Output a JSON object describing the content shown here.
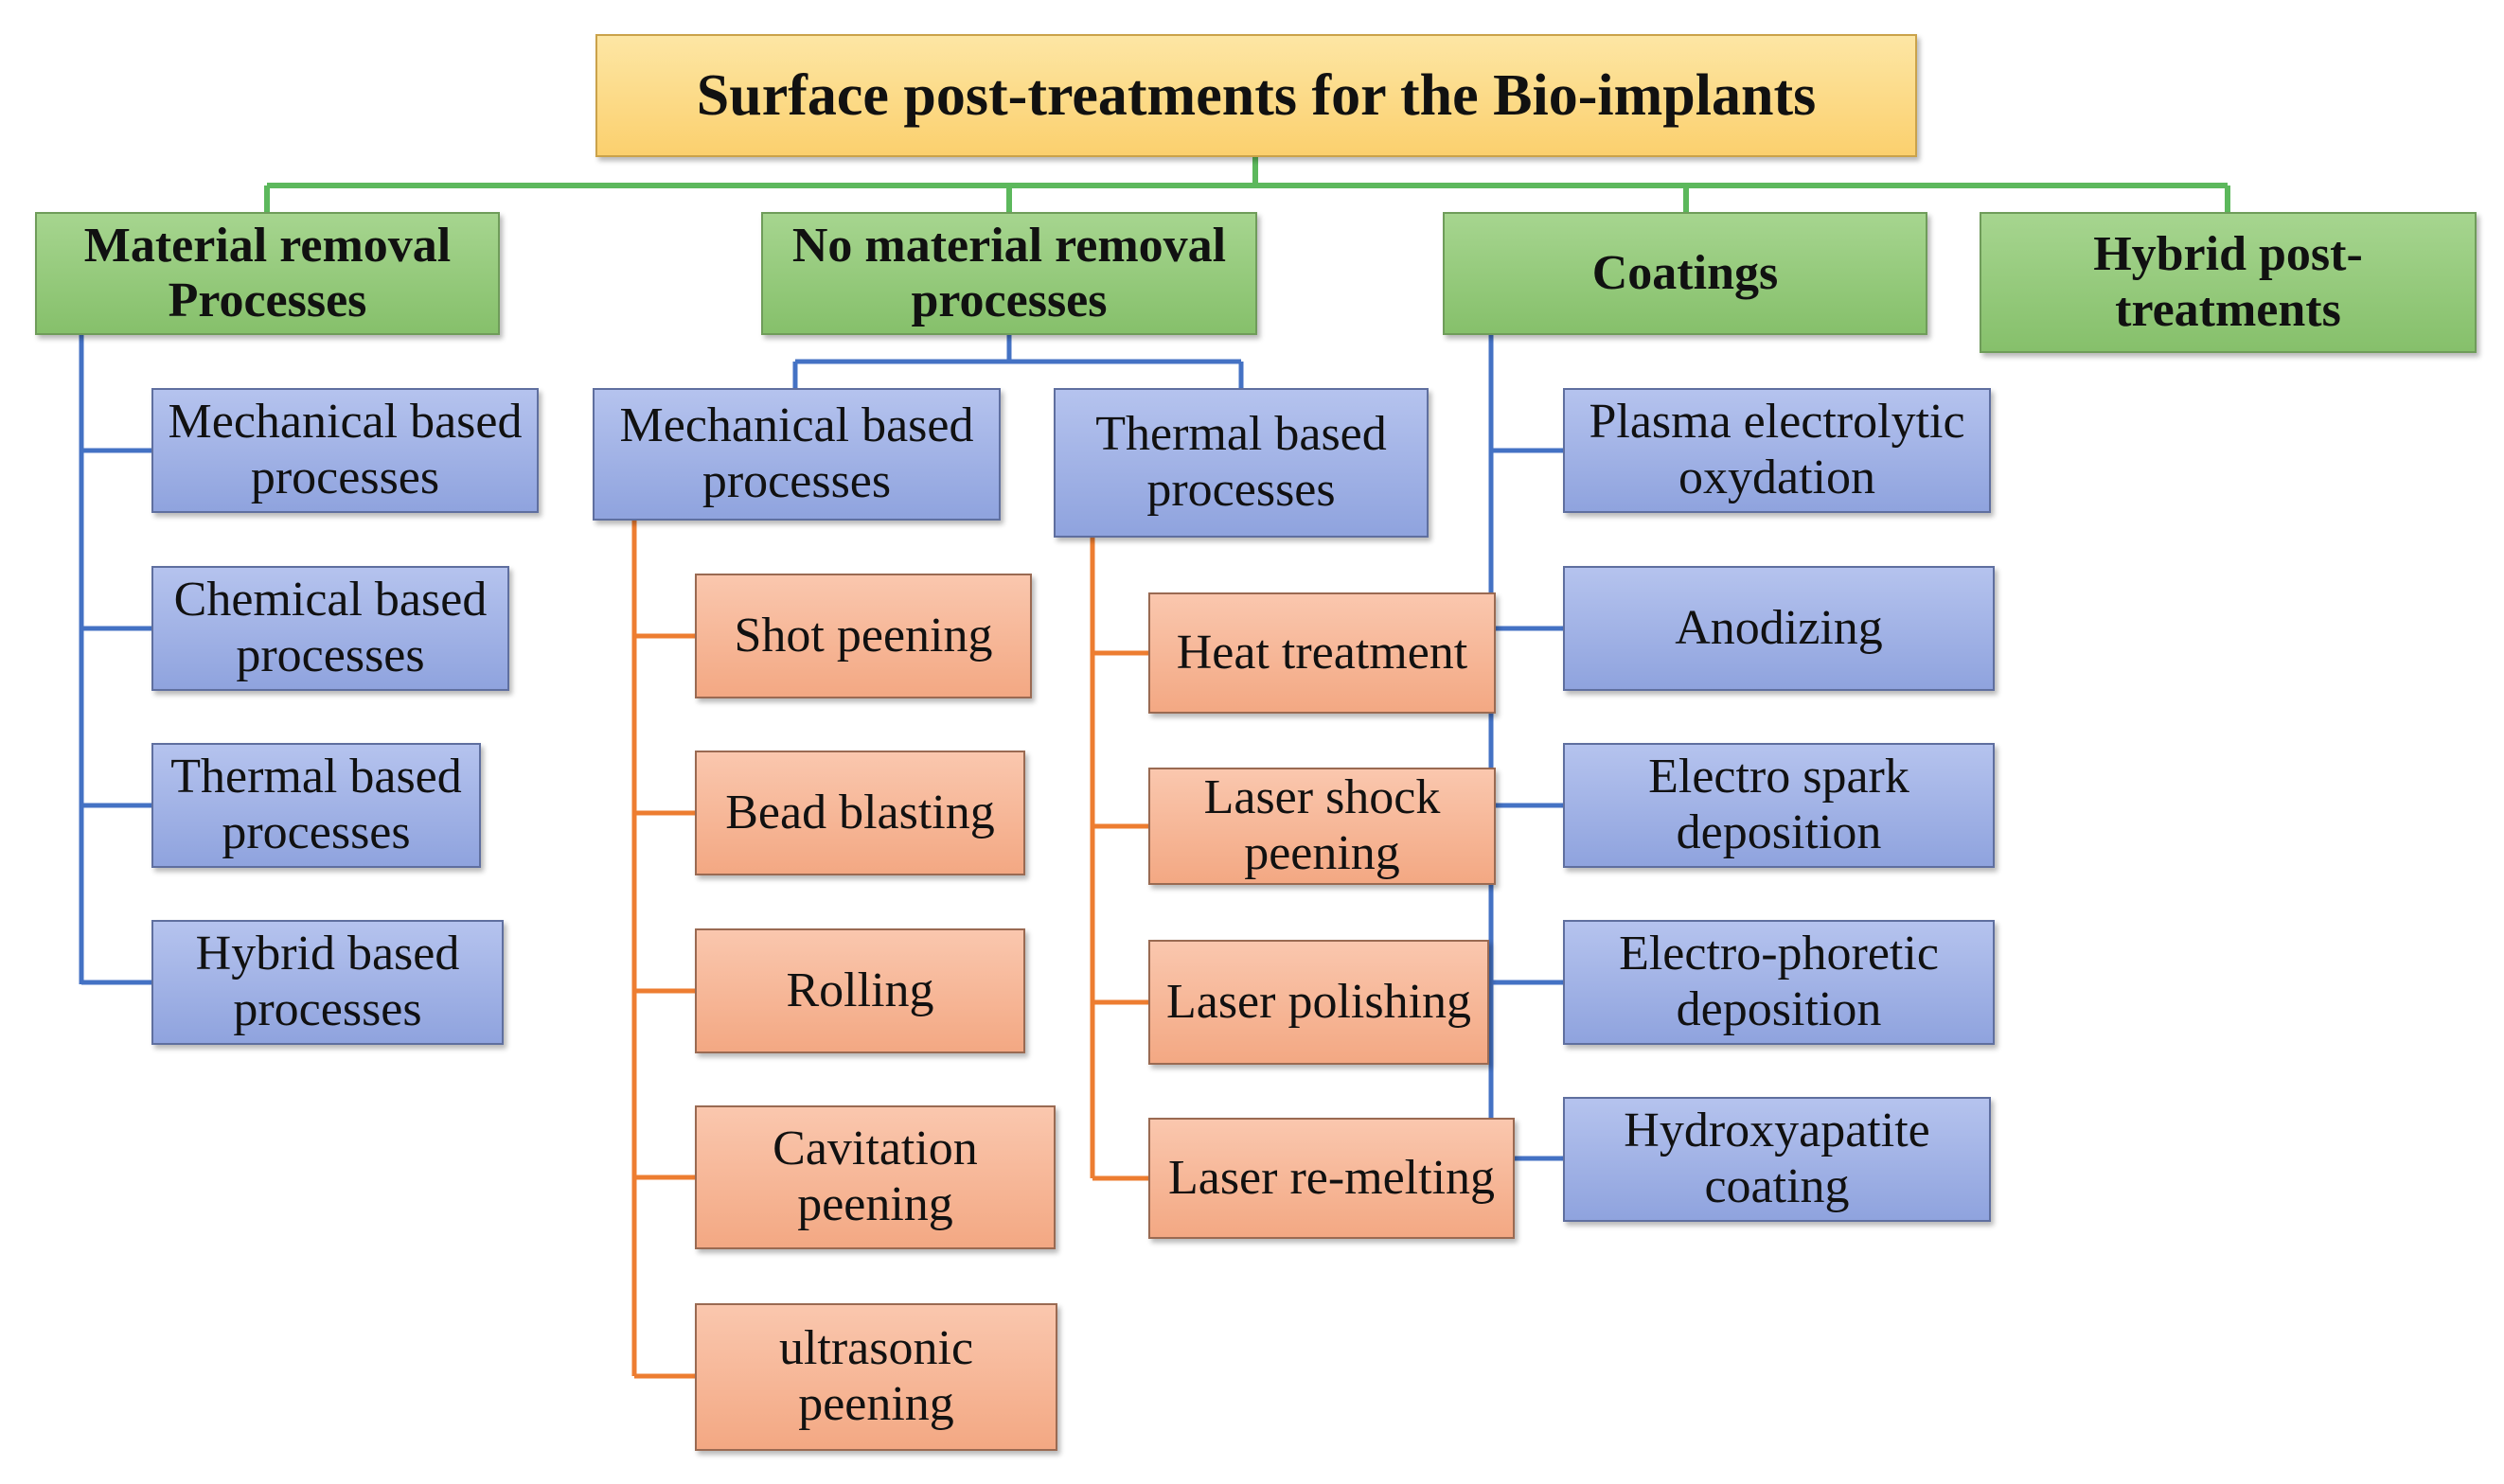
{
  "colors": {
    "green_line": "#5cb85c",
    "blue_line": "#4472c4",
    "orange_line": "#ed7d31"
  },
  "root": {
    "title": "Surface post-treatments for the Bio-implants"
  },
  "categories": {
    "material_removal": {
      "label": "Material removal Processes"
    },
    "no_material_removal": {
      "label": "No material removal processes"
    },
    "coatings": {
      "label": "Coatings"
    },
    "hybrid": {
      "label": "Hybrid post-treatments"
    }
  },
  "material_removal_items": [
    "Mechanical based processes",
    "Chemical based processes",
    "Thermal based processes",
    "Hybrid based processes"
  ],
  "no_material_removal_groups": {
    "mechanical": {
      "label": "Mechanical based processes",
      "items": [
        "Shot peening",
        "Bead blasting",
        "Rolling",
        "Cavitation peening",
        "ultrasonic peening"
      ]
    },
    "thermal": {
      "label": "Thermal based processes",
      "items": [
        "Heat treatment",
        "Laser shock peening",
        "Laser polishing",
        "Laser re-melting"
      ]
    }
  },
  "coatings_items": [
    "Plasma electrolytic oxydation",
    "Anodizing",
    "Electro spark deposition",
    "Electro-phoretic deposition",
    "Hydroxyapatite coating"
  ]
}
